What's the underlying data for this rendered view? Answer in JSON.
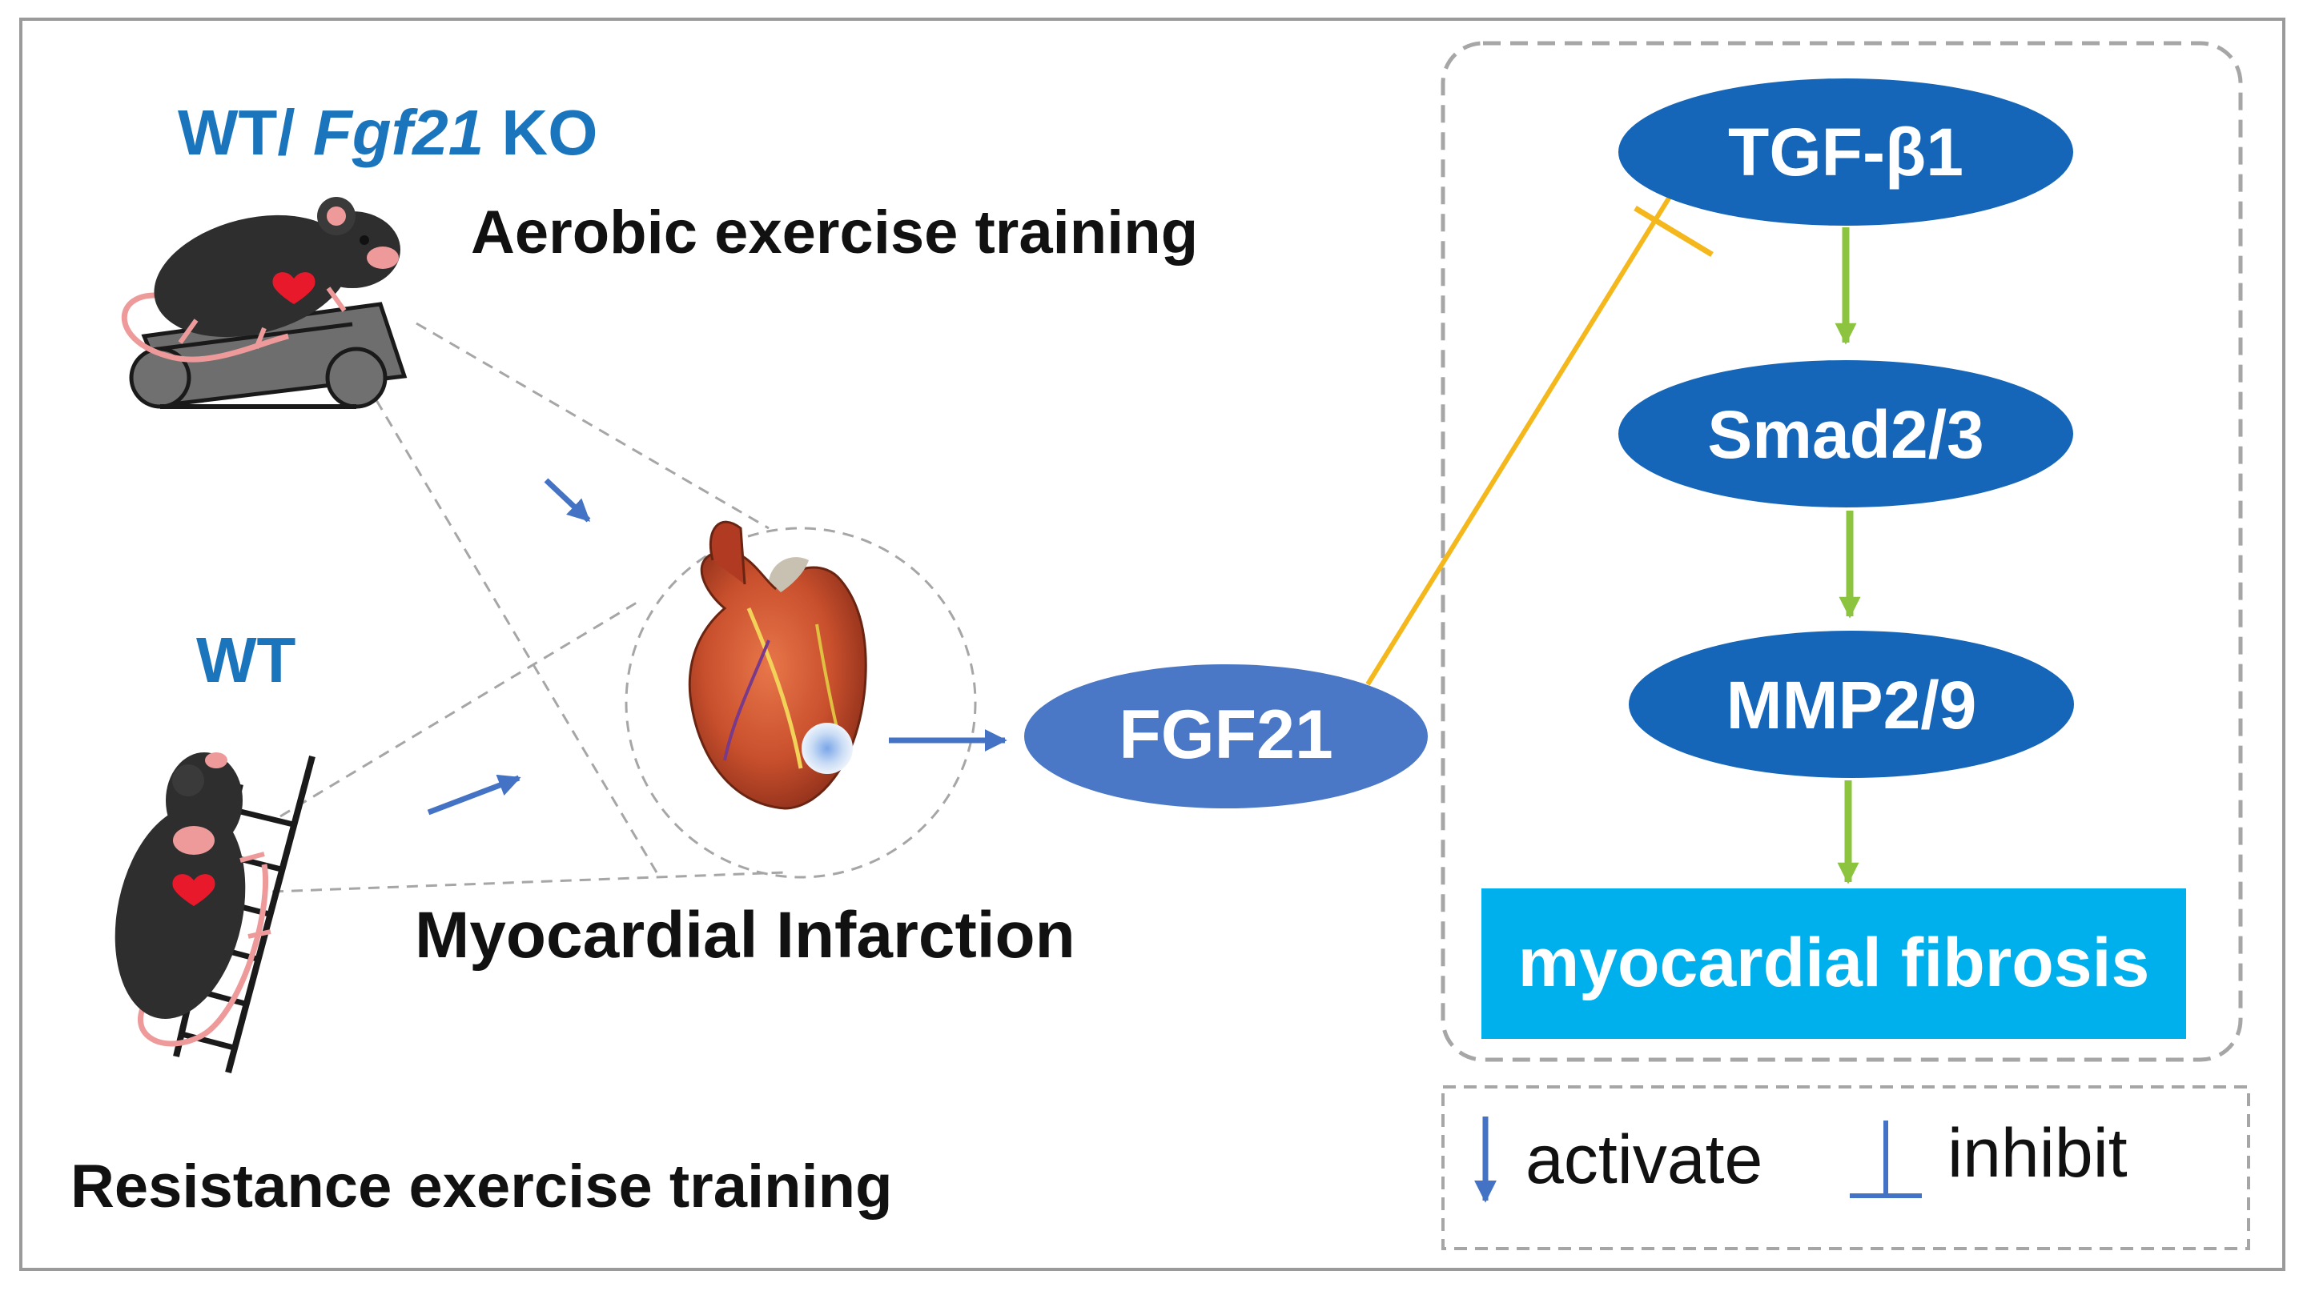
{
  "colors": {
    "node_dark": "#1565B8",
    "node_fgf21": "#4A78C6",
    "fibrosis_box": "#00B0EC",
    "activate_arrow": "#8CC43F",
    "inhibit_line": "#F5B81C",
    "blue_arrow": "#4472C4",
    "blue_label": "#1B75BC",
    "mouse_body": "#2E2E2E",
    "heart_red": "#E8192B",
    "tail_pink": "#EE9A9A",
    "border_gray": "#9A9A9A",
    "dash_gray": "#A6A6A6"
  },
  "labels": {
    "wt_fgf21_ko_prefix": "WT/ ",
    "wt_fgf21_ko_italic": "Fgf21",
    "wt_fgf21_ko_suffix": " KO",
    "aerobic": "Aerobic exercise training",
    "wt": "WT",
    "myocardial_infarction": "Myocardial Infarction",
    "resistance": "Resistance exercise training"
  },
  "nodes": {
    "fgf21": "FGF21",
    "tgf": "TGF-β1",
    "smad": "Smad2/3",
    "mmp": "MMP2/9",
    "fibrosis": "myocardial fibrosis"
  },
  "legend": {
    "activate": "activate",
    "inhibit": "inhibit"
  },
  "icons": [
    "mouse-treadmill-icon",
    "mouse-ladder-icon",
    "heart-icon",
    "heart-symbol-icon"
  ]
}
